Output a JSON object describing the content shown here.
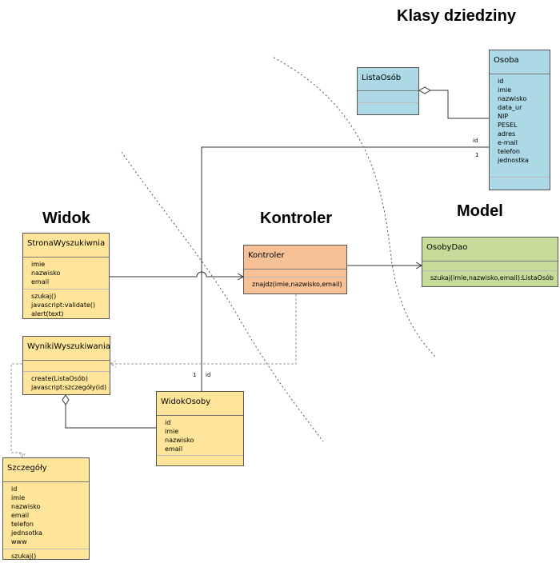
{
  "headings": {
    "domain_classes": "Klasy dziedziny",
    "view": "Widok",
    "controller": "Kontroler",
    "model": "Model"
  },
  "classes": {
    "lista_osob": {
      "name": "ListaOsób",
      "attributes": [],
      "operations": []
    },
    "osoba": {
      "name": "Osoba",
      "attributes": [
        "id",
        "imie",
        "nazwisko",
        "data_ur",
        "NIP",
        "PESEL",
        "adres",
        "e-mail",
        "telefon",
        "jednostka"
      ],
      "operations": []
    },
    "strona_wyszukiwnia": {
      "name": "StronaWyszukiwnia",
      "attributes": [
        "imie",
        "nazwisko",
        "email"
      ],
      "operations": [
        "szukaj()",
        "javascript:validate()",
        "alert(text)"
      ]
    },
    "kontroler": {
      "name": "Kontroler",
      "attributes": [],
      "operations": [
        "znajdz(imie,nazwisko,email)"
      ]
    },
    "osoby_dao": {
      "name": "OsobyDao",
      "attributes": [],
      "operations": [
        "szukaj(imie,nazwisko,email):ListaOsób"
      ]
    },
    "wyniki_wyszukiwania": {
      "name": "WynikiWyszukiwania",
      "attributes": [],
      "operations": [
        "create(ListaOsób)",
        "javascript:szczegóły(id)"
      ]
    },
    "widok_osoby": {
      "name": "WidokOsoby",
      "attributes": [
        "id",
        "imie",
        "nazwisko",
        "email"
      ],
      "operations": []
    },
    "szczegoly": {
      "name": "Szczegóły",
      "attributes": [
        "id",
        "imie",
        "nazwisko",
        "email",
        "telefon",
        "jednsotka",
        "www"
      ],
      "operations": [
        "szukaj()"
      ]
    }
  },
  "multiplicities": {
    "osoba_id": "id",
    "osoba_one": "1",
    "widok_one": "1",
    "widok_id": "id"
  },
  "colors": {
    "domain": "#add8e6",
    "view": "#ffe599",
    "controller": "#f8c097",
    "model": "#c5dc9b"
  }
}
